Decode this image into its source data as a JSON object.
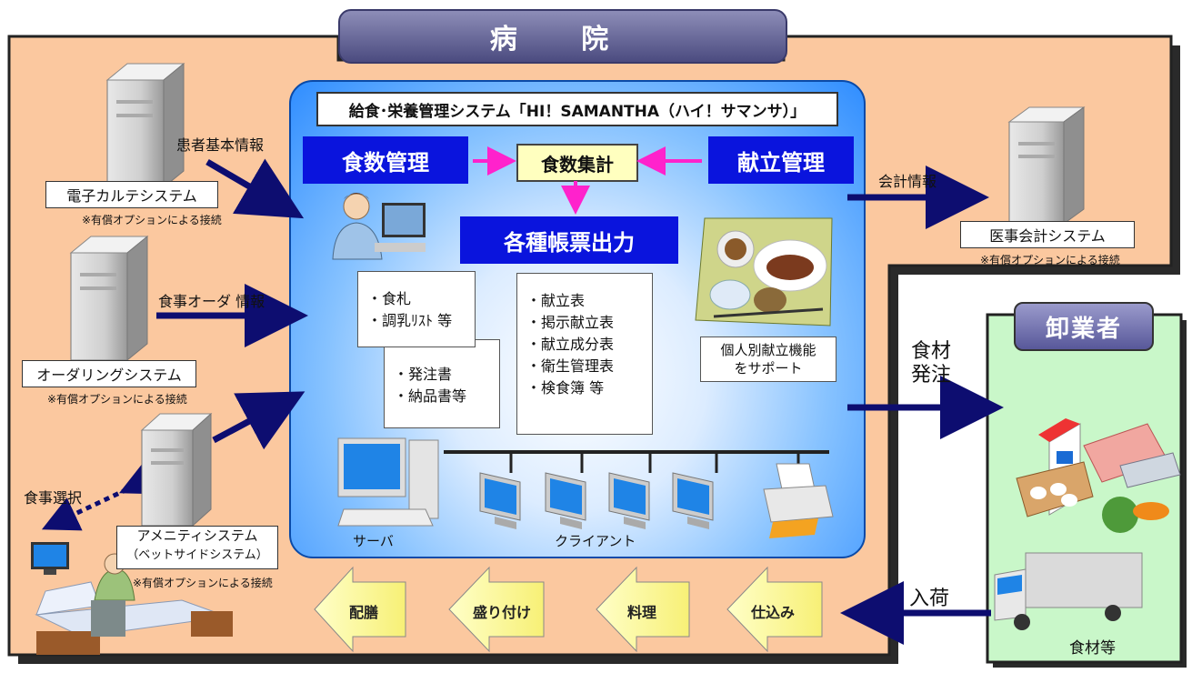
{
  "hospital": {
    "title": "病 院"
  },
  "system": {
    "title": "給食･栄養管理システム「HI！SAMANTHA（ハイ！サマンサ）」",
    "meal_count": "食数管理",
    "menu_mgmt": "献立管理",
    "aggregation": "食数集計",
    "reports": "各種帳票出力",
    "doc1": [
      "・食札",
      "・調乳ﾘｽﾄ 等"
    ],
    "doc2": [
      "・発注書",
      "・納品書等"
    ],
    "doc3": [
      "・献立表",
      "・掲示献立表",
      "・献立成分表",
      "・衛生管理表",
      "・検食簿 等"
    ],
    "individual_menu": "個人別献立機能\nをサポート",
    "server_label": "サーバ",
    "client_label": "クライアント"
  },
  "left_systems": {
    "emr": {
      "flow": "患者基本情報",
      "name": "電子カルテシステム",
      "note": "※有償オプションによる接続"
    },
    "ordering": {
      "flow": "食事オーダ 情報",
      "name": "オーダリングシステム",
      "note": "※有償オプションによる接続"
    },
    "amenity": {
      "flow": "食事選択",
      "name_line1": "アメニティシステム",
      "name_line2": "（ベットサイドシステム）",
      "note": "※有償オプションによる接続"
    }
  },
  "right_systems": {
    "accounting": {
      "flow": "会計情報",
      "name": "医事会計システム",
      "note": "※有償オプションによる接続"
    }
  },
  "wholesaler": {
    "title": "卸業者",
    "order_flow": "食材\n発注",
    "arrival_flow": "入荷",
    "goods_label": "食材等"
  },
  "process_steps": [
    "配膳",
    "盛り付け",
    "料理",
    "仕込み"
  ],
  "colors": {
    "hospital_bg": "#fbc89f",
    "wholesaler_bg": "#c9f7c9",
    "arrow": "#0d0d70",
    "pink_arrow": "#ff22cc",
    "blue_box": "#0a14dd"
  },
  "icons": [
    "server-tower-icon",
    "person-at-pc-icon",
    "meal-tray-icon",
    "desktop-pc-icon",
    "monitor-icon",
    "printer-icon",
    "tv-icon",
    "patient-bed-icon",
    "food-goods-icon",
    "delivery-truck-icon"
  ]
}
